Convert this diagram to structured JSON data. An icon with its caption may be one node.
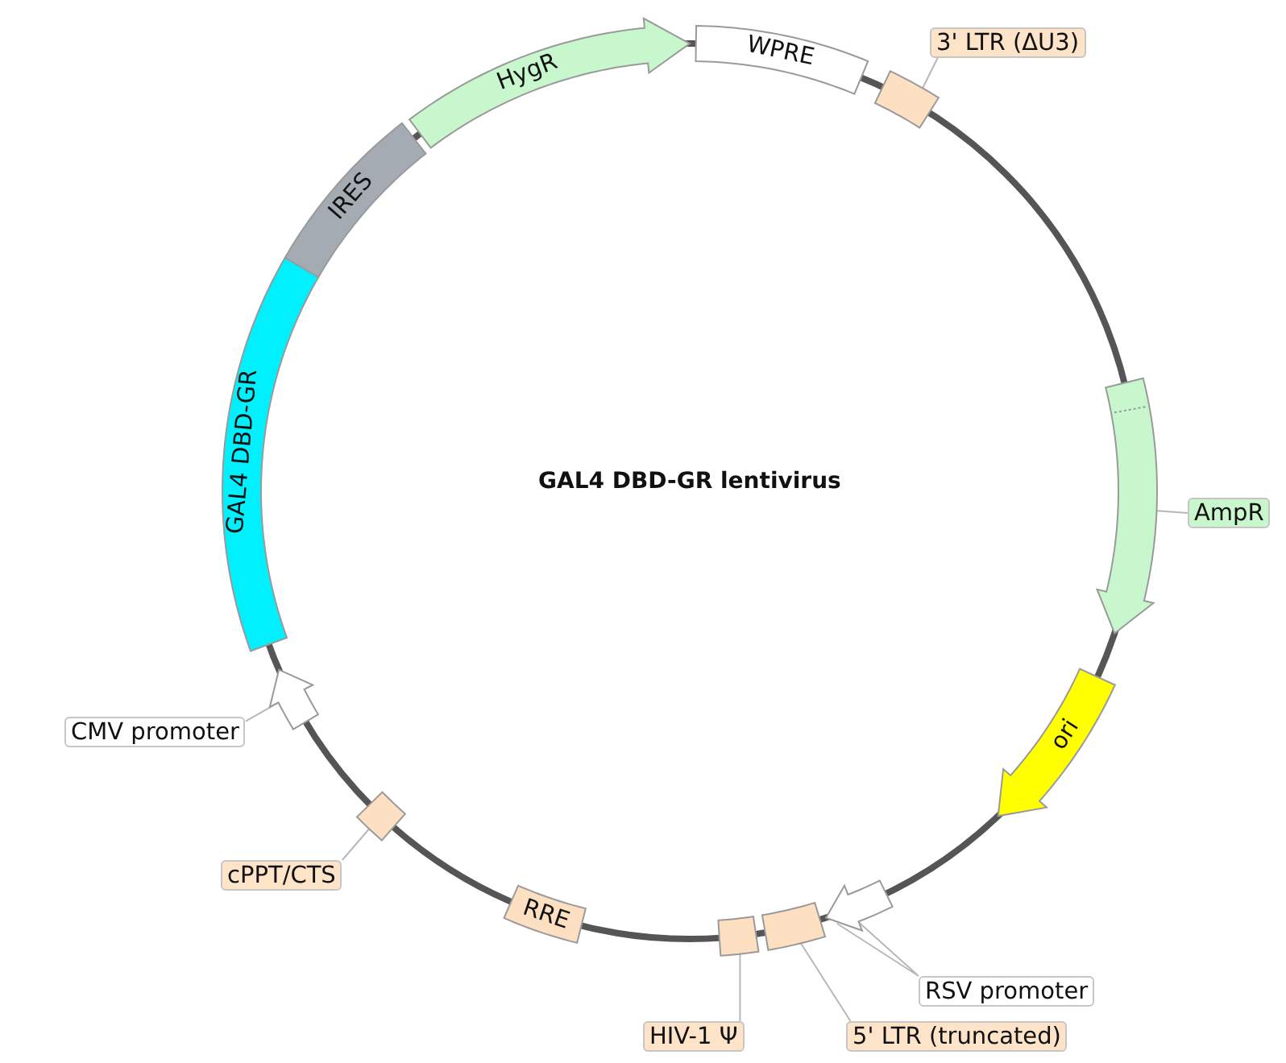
{
  "diagram": {
    "title": "GAL4 DBD-GR lentivirus",
    "nodes": [
      {
        "text": [
          "WPRE"
        ]
      },
      {
        "text": [
          "3' LTR (ΔU3)"
        ]
      },
      {
        "text": [],
        "shape": "box"
      },
      {
        "text": [
          "AmpR"
        ]
      },
      {
        "text": [],
        "shape": "arrow"
      },
      {
        "text": [
          "ori"
        ]
      },
      {
        "text": [
          "RSV promoter"
        ]
      },
      {
        "text": [],
        "shape": "arrow"
      },
      {
        "text": [
          "5' LTR (truncated)"
        ]
      },
      {
        "text": [],
        "shape": "box"
      },
      {
        "text": [
          "HIV-1 Ψ"
        ]
      },
      {
        "text": [],
        "shape": "box"
      },
      {
        "text": [
          "RRE"
        ]
      },
      {
        "text": [
          "cPPT/CTS"
        ]
      },
      {
        "text": [],
        "shape": "box"
      },
      {
        "text": [
          "CMV promoter"
        ]
      },
      {
        "text": [],
        "shape": "arrow"
      },
      {
        "text": [
          "GAL4 DBD-GR"
        ]
      },
      {
        "text": [
          "IRES"
        ]
      },
      {
        "text": [
          "HygR"
        ]
      }
    ],
    "edges": [
      {
        "from": 1,
        "to": 2,
        "arrow": "none"
      },
      {
        "from": 3,
        "to": 4,
        "arrow": "none"
      },
      {
        "from": 6,
        "to": 7,
        "arrow": "none"
      },
      {
        "from": 8,
        "to": 9,
        "arrow": "none"
      },
      {
        "from": 10,
        "to": 11,
        "arrow": "none"
      },
      {
        "from": 13,
        "to": 14,
        "arrow": "none"
      },
      {
        "from": 15,
        "to": 16,
        "arrow": "none"
      }
    ]
  }
}
